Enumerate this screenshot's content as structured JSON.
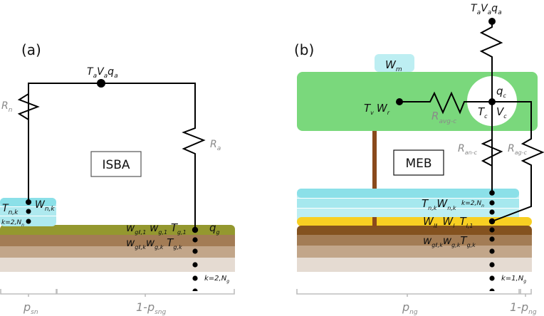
{
  "figure": {
    "panels": [
      {
        "id": "a",
        "panel_label": "(a)",
        "model_label": "ISBA",
        "atmosphere": {
          "T": "T",
          "T_sub": "a",
          "V": "V",
          "V_sub": "a",
          "q": "q",
          "q_sub": "a"
        },
        "resistances": {
          "snow": {
            "main": "R",
            "sub": "n"
          },
          "ground": {
            "main": "R",
            "sub": "a"
          }
        },
        "snow_labels": {
          "T": {
            "main": "T",
            "sub": "n,k"
          },
          "W": {
            "main": "W",
            "sub": "n,k"
          },
          "k_range": {
            "main": "k=2,N",
            "sub": "n"
          }
        },
        "ground_labels": {
          "row1": [
            {
              "main": "w",
              "sub": "gℓ,1"
            },
            {
              "main": "w",
              "sub": "g,1"
            },
            {
              "main": "T",
              "sub": "g,1"
            }
          ],
          "row2": [
            {
              "main": "w",
              "sub": "gℓ,k"
            },
            {
              "main": "w",
              "sub": "g,k"
            },
            {
              "main": "T",
              "sub": "g,k"
            }
          ],
          "q": {
            "main": "q",
            "sub": "g"
          },
          "k_range": {
            "main": "k=2,N",
            "sub": "g"
          }
        },
        "fractions": [
          {
            "main": "p",
            "sub": "sn"
          },
          {
            "main": "1-p",
            "sub": "sng"
          }
        ]
      },
      {
        "id": "b",
        "panel_label": "(b)",
        "model_label": "MEB",
        "atmosphere": {
          "T": "T",
          "T_sub": "a",
          "V": "V",
          "V_sub": "a",
          "q": "q",
          "q_sub": "a"
        },
        "intercepted_snow": {
          "main": "W",
          "sub": "m"
        },
        "vegetation": {
          "T": {
            "main": "T",
            "sub": "v"
          },
          "W": {
            "main": "W",
            "sub": "r"
          }
        },
        "canopy_air": {
          "q": {
            "main": "q",
            "sub": "c"
          },
          "T": {
            "main": "T",
            "sub": "c"
          },
          "V": {
            "main": "V",
            "sub": "c"
          }
        },
        "resistances": {
          "veg_canopy": {
            "main": "R",
            "sub": "avg-c"
          },
          "snow_canopy": {
            "main": "R",
            "sub": "an-c"
          },
          "ground_canopy": {
            "main": "R",
            "sub": "ag-c"
          }
        },
        "snow_labels": {
          "T": {
            "main": "T",
            "sub": "n,k"
          },
          "W": {
            "main": "W",
            "sub": "n,k"
          },
          "k_range": {
            "main": "k=2,N",
            "sub": "n"
          }
        },
        "litter_labels": [
          {
            "main": "W",
            "sub": "lℓ"
          },
          {
            "main": "W",
            "sub": "l"
          },
          {
            "main": "T",
            "sub": "l,1"
          }
        ],
        "ground_labels": {
          "row": [
            {
              "main": "w",
              "sub": "gℓ,k"
            },
            {
              "main": "w",
              "sub": "g,k"
            },
            {
              "main": "T",
              "sub": "g,k"
            }
          ],
          "k_range": {
            "main": "k=1,N",
            "sub": "g"
          }
        },
        "fractions": [
          {
            "main": "p",
            "sub": "ng"
          },
          {
            "main": "1-p",
            "sub": "ng"
          }
        ]
      }
    ],
    "colors": {
      "snow_top": "#8be0e8",
      "snow_mid": "#a6e8ee",
      "snow_low": "#bdeef2",
      "snow_box_a": "#aee9ef",
      "vegetation": "#7ad87c",
      "litter": "#f8cf22",
      "soil_organic_a": "#94982f",
      "soil_top_b": "#84521f",
      "soil_2": "#a37c55",
      "soil_3": "#c2a68a",
      "soil_4": "#e5dbd2",
      "trunk": "#8a4a1c",
      "wire": "#000000",
      "axis": "#bdbdbd"
    }
  }
}
